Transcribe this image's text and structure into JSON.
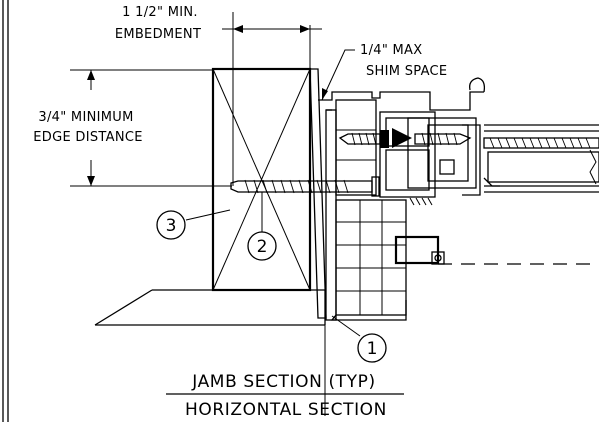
{
  "labels": {
    "embedment_line1": "1 1/2\" MIN.",
    "embedment_line2": "EMBEDMENT",
    "shim_line1": "1/4\" MAX",
    "shim_line2": "SHIM SPACE",
    "edge_line1": "3/4\" MINIMUM",
    "edge_line2": "EDGE DISTANCE"
  },
  "callouts": {
    "one": "1",
    "two": "2",
    "three": "3"
  },
  "title": {
    "line1": "JAMB SECTION (TYP)",
    "line2": "HORIZONTAL SECTION"
  }
}
